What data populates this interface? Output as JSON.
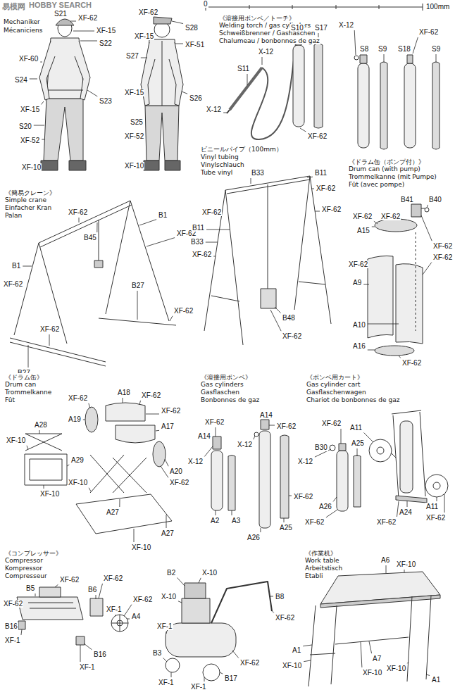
{
  "diagram": {
    "labels": [
      "易模网",
      "HOBBY SEARCH",
      "0",
      "100mm",
      "Mechaniker",
      "Mécaniciens",
      "S21",
      "XF-62",
      "XF-15",
      "S22",
      "XF-60",
      "S24",
      "XF-15",
      "S23",
      "S20",
      "XF-52",
      "XF-10",
      "XF-62",
      "S28",
      "XF-15",
      "XF-51",
      "S27",
      "XF-15",
      "S26",
      "S25",
      "XF-52",
      "XF-10",
      "《溶接用ボンベ／トーチ》",
      "Welding torch / gas cylinders",
      "Schweißbrenner / Gasflaschen",
      "Chalumeau / bonbonnes de gaz",
      "X-12",
      "S10",
      "S17",
      "S11",
      "X-12",
      "XF-62",
      "X-12",
      "XF-62",
      "S8",
      "S9",
      "S18",
      "S9",
      "ビニールパイプ（100mm）",
      "Vinyl tubing",
      "Vinylschlauch",
      "Tube vinyl",
      "《簡易クレーン》",
      "Simple crane",
      "Einfacher Kran",
      "Palan",
      "XF-62",
      "B45",
      "B1",
      "XF-62",
      "B1",
      "XF-62",
      "B27",
      "XF-62",
      "XF-62",
      "B27",
      "B11",
      "XF-62",
      "B33",
      "XF-62",
      "XF-62",
      "B11",
      "B33",
      "XF-62",
      "B48",
      "XF-62",
      "《ドラム缶（ポンプ付）》",
      "Drum can (with pump)",
      "Trommelkanne (mit Pumpe)",
      "Fût (avec pompe)",
      "B41",
      "B40",
      "XF-62",
      "XF-62",
      "A15",
      "XF-62",
      "XF-62",
      "XF-62",
      "A9",
      "A10",
      "A16",
      "XF-62",
      "《ドラム缶》",
      "Drum can",
      "Trommelkanne",
      "Fût",
      "XF-10",
      "A28",
      "A29",
      "XF-10",
      "XF-62",
      "XF-62",
      "A19",
      "A18",
      "XF-62",
      "A17",
      "XF-10",
      "A20",
      "XF-62",
      "A27",
      "XF-10",
      "A27",
      "《溶接用ボンベ》",
      "Gas cylinders",
      "Gasflaschen",
      "Bonbonnes de gaz",
      "XF-62",
      "A14",
      "XF-62",
      "A14",
      "X-12",
      "X-12",
      "XF-62",
      "A2",
      "A3",
      "A26",
      "A25",
      "《ボンベ用カート》",
      "Gas cylinder cart",
      "Gasflaschenwagen",
      "Chariot de bonbonnes de gaz",
      "XF-62",
      "A11",
      "A25",
      "B30",
      "X-12",
      "A26",
      "XF-62",
      "A24",
      "XF-62",
      "A11",
      "XF-62",
      "《コンプレッサー》",
      "Compressor",
      "Kompressor",
      "Compresseur",
      "B5",
      "XF-62",
      "XF-62",
      "B6",
      "XF-62",
      "XF-62",
      "XF-1",
      "A4",
      "B16",
      "XF-1",
      "B16",
      "XF-1",
      "B2",
      "X-10",
      "X-10",
      "B8",
      "XF-62",
      "XF-1",
      "B3",
      "XF-1",
      "XF-62",
      "B17",
      "XF-1",
      "《作業机》",
      "Work table",
      "Arbeitstisch",
      "Etabli",
      "A6",
      "XF-10",
      "A1",
      "XF-10",
      "A7",
      "XF-10",
      "XF-10",
      "A1"
    ]
  }
}
